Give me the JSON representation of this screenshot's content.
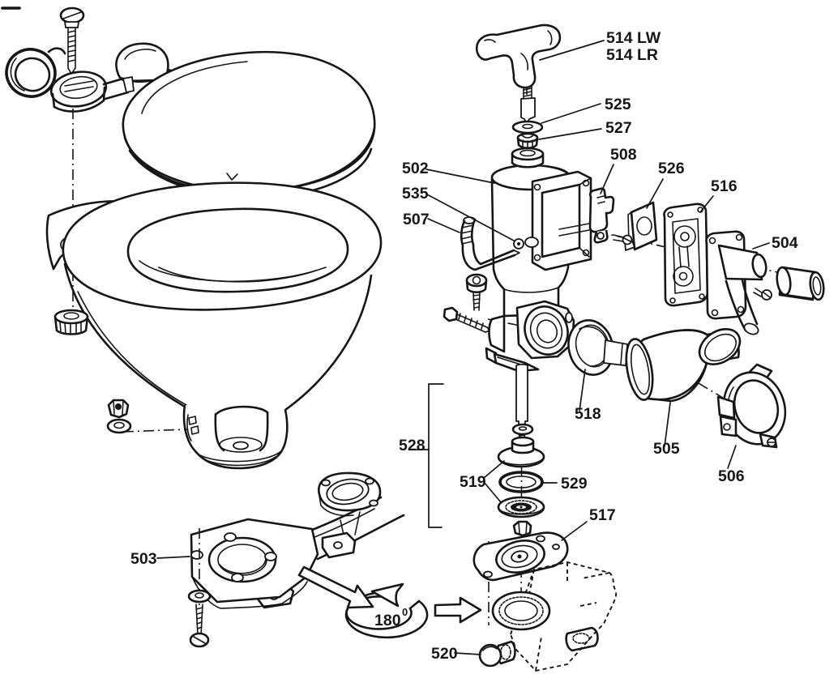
{
  "diagram": {
    "ink_color": "#161616",
    "paper_color": "#ffffff",
    "labels": [
      {
        "id": "514lw",
        "text": "514 LW"
      },
      {
        "id": "514lr",
        "text": "514 LR"
      },
      {
        "id": "525",
        "text": "525"
      },
      {
        "id": "527",
        "text": "527"
      },
      {
        "id": "508",
        "text": "508"
      },
      {
        "id": "526",
        "text": "526"
      },
      {
        "id": "516",
        "text": "516"
      },
      {
        "id": "502",
        "text": "502"
      },
      {
        "id": "535",
        "text": "535"
      },
      {
        "id": "507",
        "text": "507"
      },
      {
        "id": "504",
        "text": "504"
      },
      {
        "id": "518",
        "text": "518"
      },
      {
        "id": "505",
        "text": "505"
      },
      {
        "id": "506",
        "text": "506"
      },
      {
        "id": "528",
        "text": "528"
      },
      {
        "id": "519",
        "text": "519"
      },
      {
        "id": "529",
        "text": "529"
      },
      {
        "id": "517",
        "text": "517"
      },
      {
        "id": "503",
        "text": "503"
      },
      {
        "id": "520",
        "text": "520"
      }
    ],
    "rotation_callout": {
      "value": "180",
      "superscript": "0"
    }
  }
}
